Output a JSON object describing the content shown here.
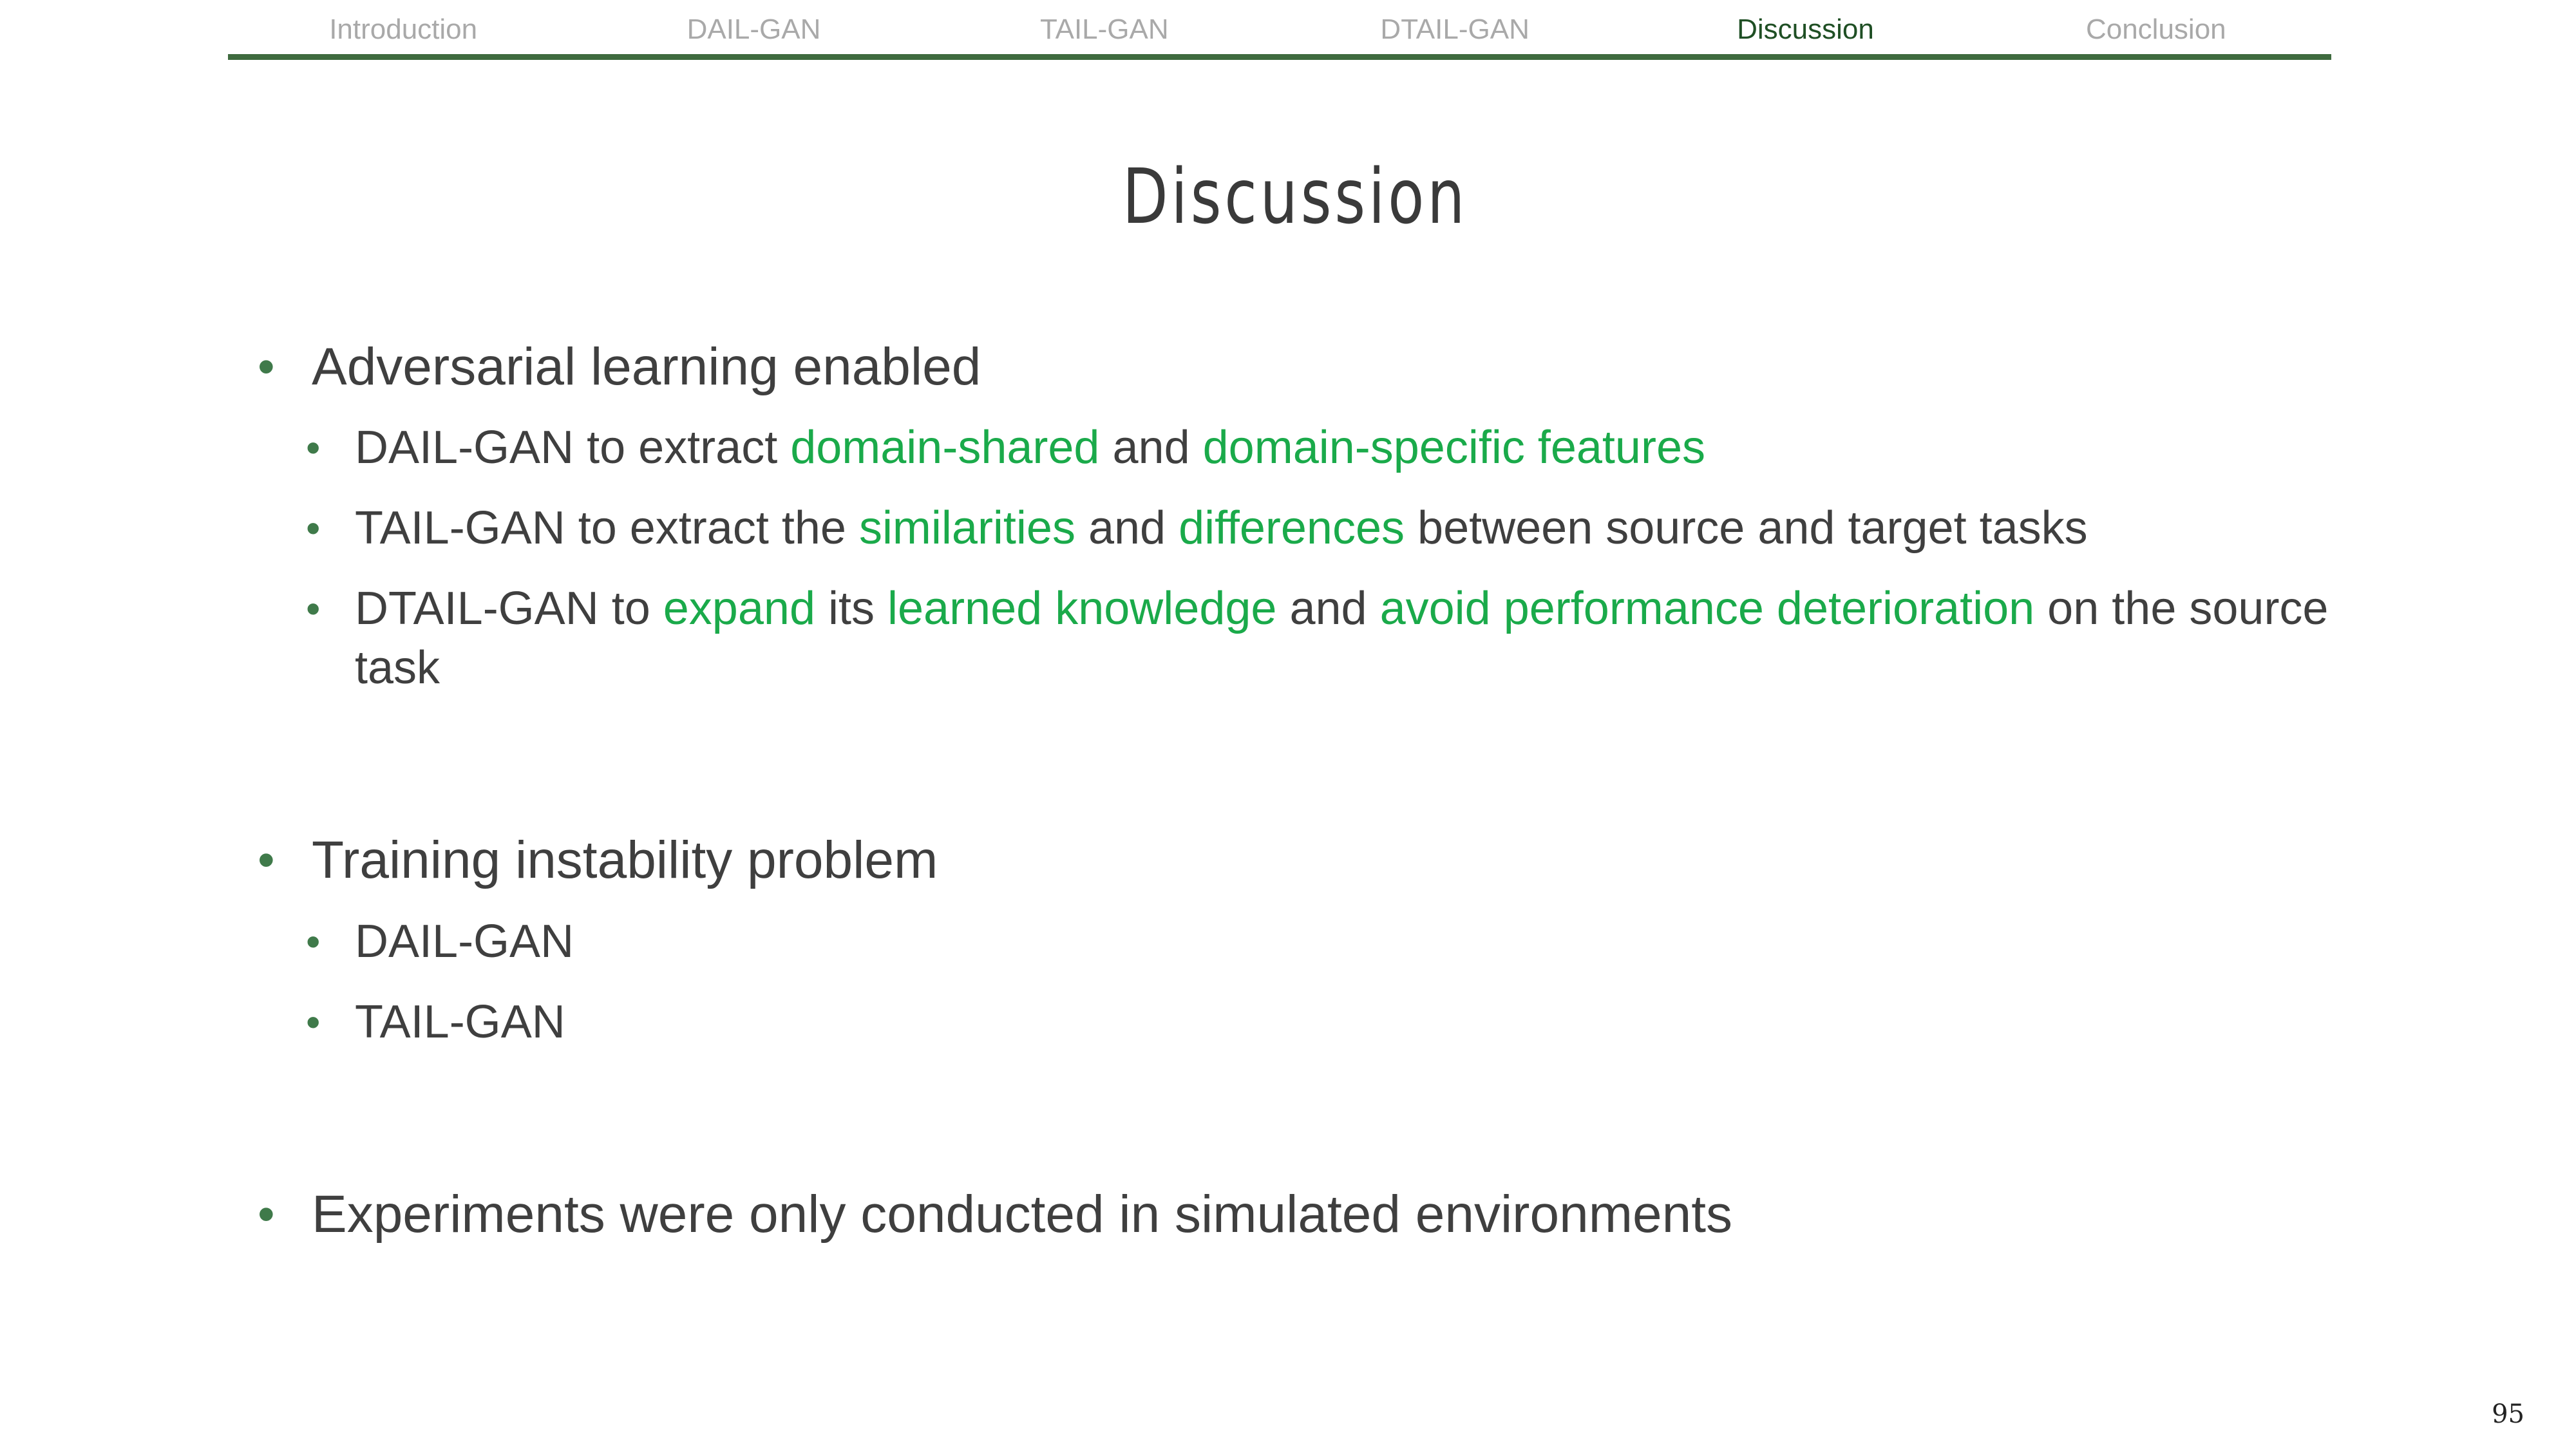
{
  "nav": {
    "tabs": [
      {
        "label": "Introduction"
      },
      {
        "label": "DAIL-GAN"
      },
      {
        "label": "TAIL-GAN"
      },
      {
        "label": "DTAIL-GAN"
      },
      {
        "label": "Discussion"
      },
      {
        "label": "Conclusion"
      }
    ],
    "active_index": 4
  },
  "title": "Discussion",
  "bullets": [
    {
      "text": "Adversarial learning enabled",
      "children": [
        {
          "segments": [
            "DAIL-GAN to extract ",
            "domain-shared",
            " and ",
            "domain-specific features"
          ]
        },
        {
          "segments": [
            "TAIL-GAN to extract the ",
            "similarities",
            " and ",
            "differences",
            " between source and target tasks"
          ]
        },
        {
          "segments": [
            "DTAIL-GAN to ",
            "expand",
            " its ",
            "learned knowledge",
            " and ",
            "avoid performance deterioration",
            " on the source task"
          ]
        }
      ]
    },
    {
      "text": "Training instability problem",
      "children": [
        {
          "segments": [
            "DAIL-GAN"
          ]
        },
        {
          "segments": [
            "TAIL-GAN"
          ]
        }
      ]
    },
    {
      "text": "Experiments were only conducted in simulated environments",
      "children": []
    }
  ],
  "bullet_glyph": "•",
  "page_number": "95",
  "colors": {
    "highlight": "#1aaa4a",
    "body_text": "#3f3f3f",
    "nav_inactive": "#a9a9a9",
    "nav_active": "#1f4f24",
    "nav_rule": "#3f6b3f",
    "bullet": "#3f7a4a"
  }
}
